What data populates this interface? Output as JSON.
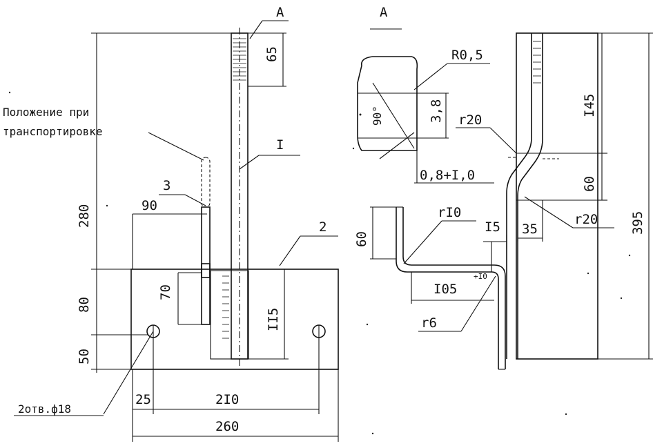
{
  "view_a": {
    "title": "A",
    "callout": "A"
  },
  "front_view": {
    "note_position": "Положение при",
    "note_position_2": "транспортировке",
    "label_1": "I",
    "label_2": "2",
    "label_3": "3",
    "holes_note": "2отв.ф18",
    "dims": {
      "top": "65",
      "total_h": "280",
      "base_h": "80",
      "hole_h": "50",
      "sleeve": "70",
      "depth": "II5",
      "bracket_w": "90",
      "left_off": "25",
      "hole_span": "2I0",
      "total_w": "260"
    }
  },
  "side_view": {
    "dims": {
      "top": "I45",
      "mid": "60",
      "total": "395",
      "r_upper": "r20",
      "r_lower": "r20",
      "off_35": "35",
      "off_15": "I5",
      "h_60": "60",
      "r_10": "rI0",
      "len_105": "I05",
      "tol": "+I0",
      "r_6": "r6"
    },
    "detail": {
      "radius": "R0,5",
      "angle": "90°",
      "width": "3,8",
      "gap": "0,8+I,0"
    }
  }
}
